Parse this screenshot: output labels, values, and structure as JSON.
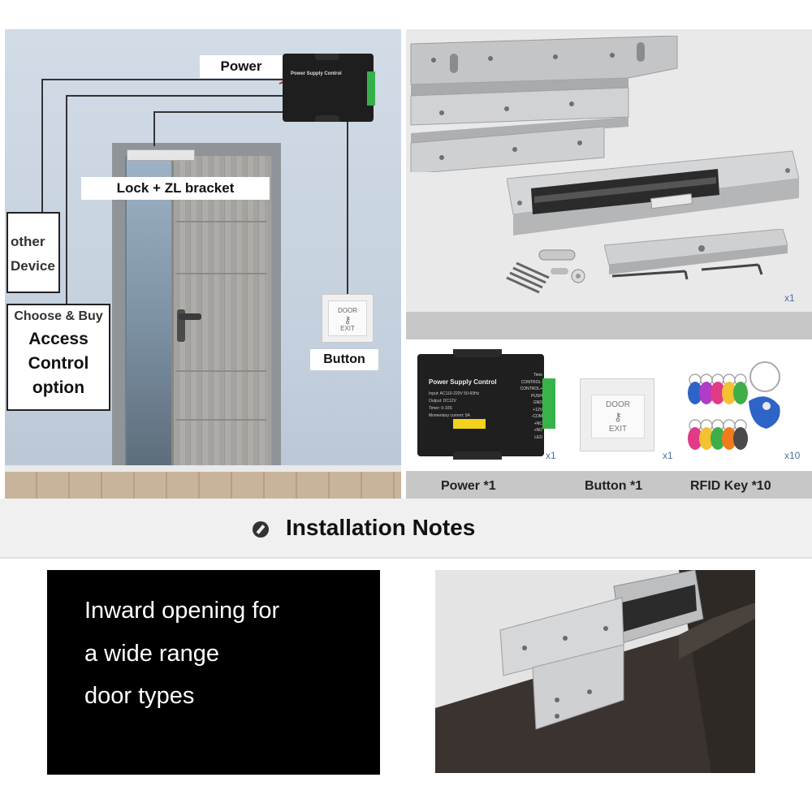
{
  "scene": {
    "power_label": "Power",
    "lock_label": "Lock + ZL bracket",
    "button_label": "Button",
    "other_device": [
      "other",
      "Device"
    ],
    "choose_small": "Choose & Buy",
    "choose_big": [
      "Access",
      "Control",
      "option"
    ],
    "psu_title": "Power Supply Control",
    "exit_lines": [
      "DOOR",
      "EXIT"
    ]
  },
  "product": {
    "count_main": "x1"
  },
  "accessories": {
    "psu_title": "Power Supply Control",
    "psu_lines": [
      "Input: AC110-220V 50-60Hz",
      "Output: DC12V",
      "Timer: 0-10S",
      "Momentary current: 5A"
    ],
    "psu_terminals": [
      "Time",
      "CONTROL-",
      "CONTROL+",
      "PUSH",
      "GND",
      "+12V",
      "-COM",
      "+NC",
      "+NO",
      "LED"
    ],
    "exit_lines": [
      "DOOR",
      "EXIT"
    ],
    "counts": [
      "x1",
      "x1",
      "x10"
    ],
    "names": [
      "Power *1",
      "Button *1",
      "RFID Key *10"
    ]
  },
  "notes": {
    "title": "Installation Notes"
  },
  "bottom": {
    "lines": [
      "Inward opening for",
      "a wide range",
      "door types"
    ]
  },
  "colors": {
    "rfid_keys": [
      "#2e63c8",
      "#b03cc8",
      "#e23a86",
      "#f2c230",
      "#3fae48",
      "#f27c1c",
      "#4a4a4a"
    ]
  }
}
